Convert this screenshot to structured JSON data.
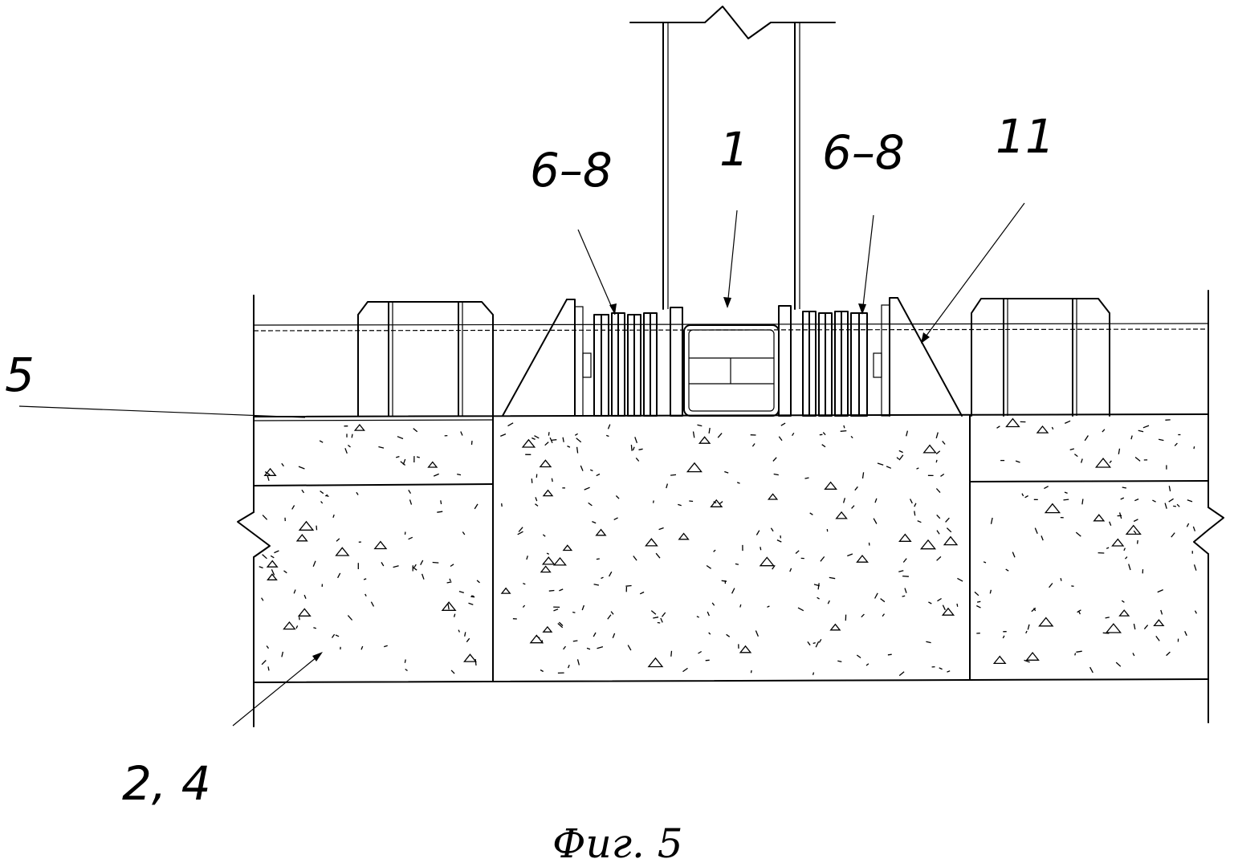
{
  "labels": {
    "label_5": "5",
    "label_6_8_left": "6–8",
    "label_1": "1",
    "label_6_8_right": "6–8",
    "label_11": "11",
    "label_2_4": "2, 4"
  },
  "caption": "Фиг. 5"
}
